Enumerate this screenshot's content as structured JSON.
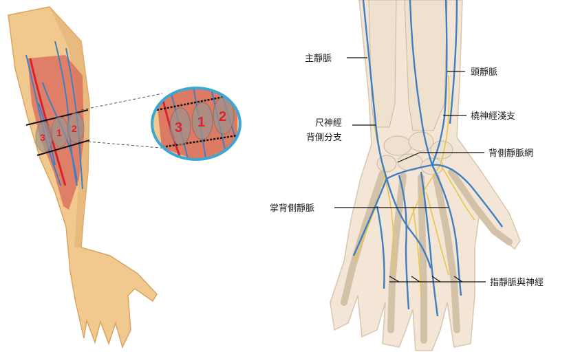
{
  "left_figure": {
    "zones": [
      {
        "number": "3"
      },
      {
        "number": "1"
      },
      {
        "number": "2"
      }
    ],
    "zoom_zones": [
      {
        "number": "3"
      },
      {
        "number": "1"
      },
      {
        "number": "2"
      }
    ]
  },
  "right_figure": {
    "labels": {
      "cephalic_vein": "頭靜脈",
      "basilic_vein": "主靜脈",
      "radial_nerve_superficial": "橈神經淺支",
      "ulnar_nerve_dorsal_line1": "尺神經",
      "ulnar_nerve_dorsal_line2": "背側分支",
      "dorsal_venous_network": "背側靜脈網",
      "dorsal_metacarpal_veins": "掌背側靜脈",
      "digital_veins_nerves": "指靜脈與神經"
    }
  },
  "colors": {
    "skin": "#f1c98e",
    "skin_shadow": "#d9a460",
    "muscle": "#d8665a",
    "vein": "#3f7fc1",
    "artery": "#d42430",
    "nerve": "#e9c54a",
    "bone": "#eee2cf",
    "zone_fill": "#9a948e",
    "zoom_ring": "#3aa7d4",
    "zone_number": "#e0212b"
  }
}
